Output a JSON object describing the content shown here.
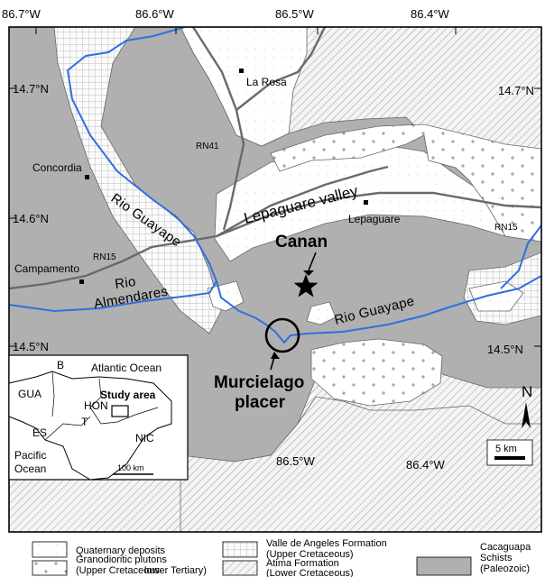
{
  "map": {
    "top_longitudes": [
      "86.7°W",
      "86.6°W",
      "86.5°W",
      "86.4°W"
    ],
    "bottom_longitudes": [
      "86.5°W",
      "86.4°W"
    ],
    "left_latitudes": [
      "14.7°N",
      "14.6°N",
      "14.5°N"
    ],
    "right_latitudes": [
      "14.7°N",
      "14.5°N"
    ],
    "towns": {
      "la_rosa": "La Rosa",
      "concordia": "Concordia",
      "campamento": "Campamento",
      "lepaguare": "Lepaguare"
    },
    "roads": {
      "rn41": "RN41",
      "rn15_west": "RN15",
      "rn15_east": "RN15"
    },
    "rivers": {
      "rio_guayape_west": "Rio Guayape",
      "rio_guayape_east": "Rio Guayape",
      "rio_almendares_1": "Rio",
      "rio_almendares_2": "Almendares"
    },
    "valley": "Lepaguare valley",
    "site_canan": "Canan",
    "site_murcielago_1": "Murcielago",
    "site_murcielago_2": "placer",
    "north_label": "N",
    "scale_label": "5 km"
  },
  "inset": {
    "atlantic": "Atlantic Ocean",
    "pacific_1": "Pacific",
    "pacific_2": "Ocean",
    "gua": "GUA",
    "hon": "HON",
    "es": "ES",
    "nic": "NIC",
    "b": "B",
    "t": "T",
    "study_area": "Study area",
    "scale": "100 km"
  },
  "legend": {
    "quaternary": "Quaternary deposits",
    "granodioritic_1": "Granodioritic plutons",
    "granodioritic_2": "(Upper Cretaceous-",
    "granodioritic_3": "lower Tertiary)",
    "valle_1": "Valle de Angeles Formation",
    "valle_2": "(Upper Cretaceous)",
    "atima_1": "Atima Formation",
    "atima_2": "(Lower Cretaceous)",
    "cacaguapa_1": "Cacaguapa",
    "cacaguapa_2": "Schists",
    "cacaguapa_3": "(Paleozoic)"
  },
  "colors": {
    "schist": "#b0b0b0",
    "hatch_bg": "#f4f4f4",
    "river": "#2f6fe0",
    "road": "#6a6a6a"
  }
}
